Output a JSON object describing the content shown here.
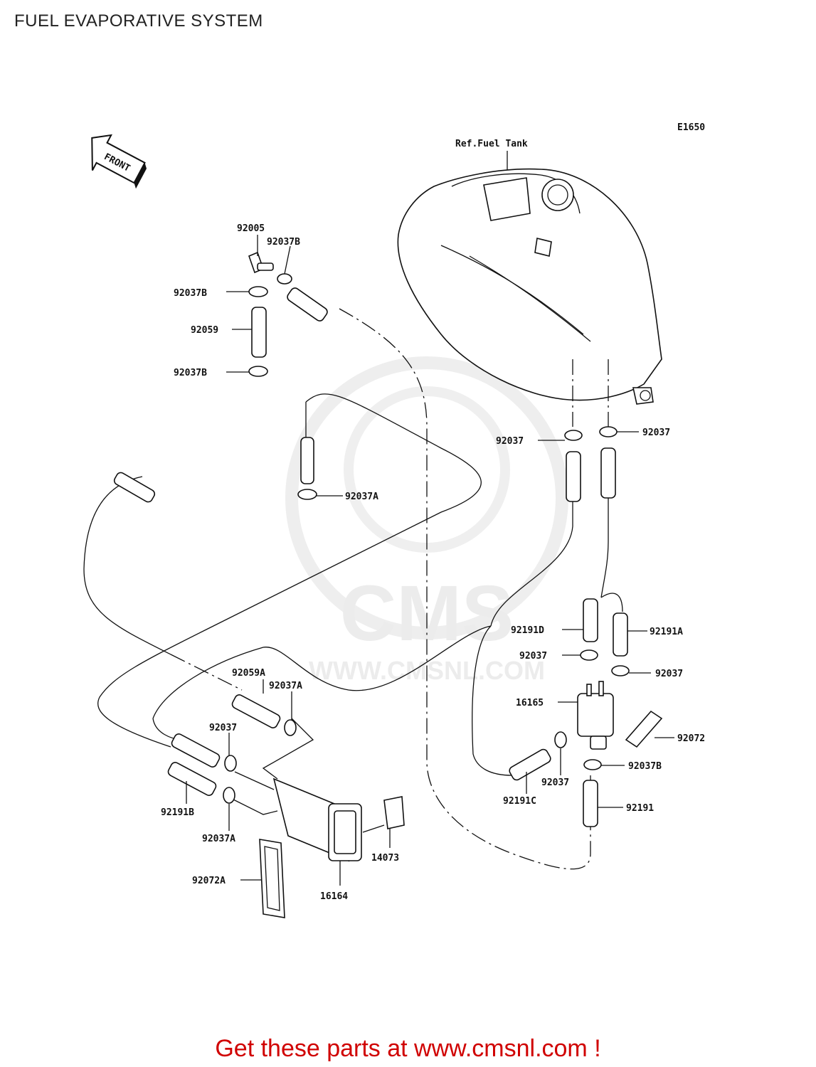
{
  "title": "FUEL EVAPORATIVE SYSTEM",
  "diagram_code": "E1650",
  "front_label": "FRONT",
  "ref_label": "Ref.Fuel Tank",
  "watermark": {
    "logo": "CMS",
    "url": "WWW.CMSNL.COM"
  },
  "parts": {
    "p92005": "92005",
    "p92037B_top": "92037B",
    "p92037B_left1": "92037B",
    "p92059": "92059",
    "p92037B_left2": "92037B",
    "p92037A_mid": "92037A",
    "p92037_tankL": "92037",
    "p92037_tankR": "92037",
    "p92191D": "92191D",
    "p92191A": "92191A",
    "p92037_sepL": "92037",
    "p92037_sepR": "92037",
    "p16165": "16165",
    "p92072": "92072",
    "p92037B_sep": "92037B",
    "p92037_sepBot": "92037",
    "p92191C": "92191C",
    "p92191": "92191",
    "p92059A": "92059A",
    "p92037A_can": "92037A",
    "p92037_can": "92037",
    "p92191B": "92191B",
    "p92037A_canBot": "92037A",
    "p14073": "14073",
    "p92072A": "92072A",
    "p16164": "16164"
  },
  "footer": "Get these parts at www.cmsnl.com !"
}
